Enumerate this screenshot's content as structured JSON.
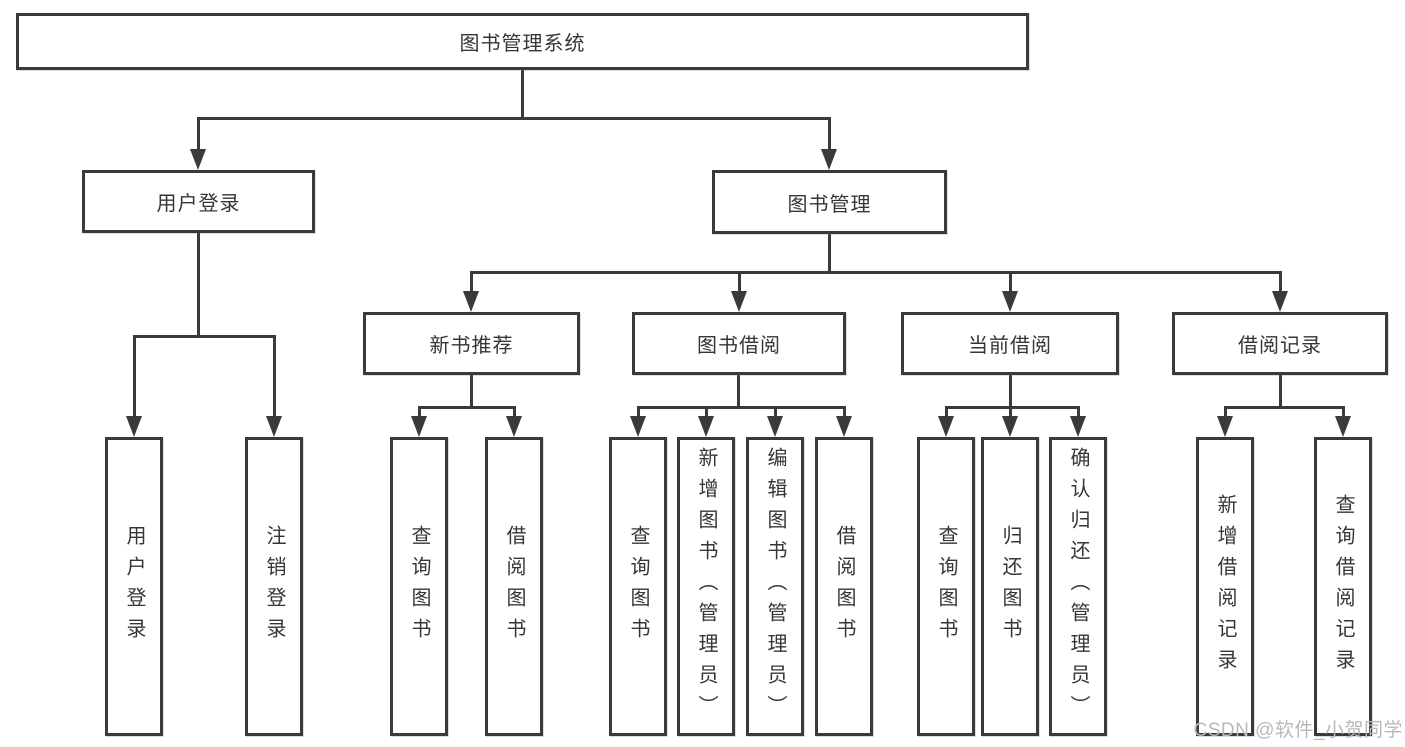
{
  "tree": {
    "root": {
      "label": "图书管理系统"
    },
    "level1": [
      {
        "label": "用户登录"
      },
      {
        "label": "图书管理"
      }
    ],
    "level2": [
      {
        "label": "新书推荐"
      },
      {
        "label": "图书借阅"
      },
      {
        "label": "当前借阅"
      },
      {
        "label": "借阅记录"
      }
    ],
    "leaves": {
      "user_login": [
        "用户登录",
        "注销登录"
      ],
      "new_book": [
        "查询图书",
        "借阅图书"
      ],
      "book_borrow": [
        "查询图书",
        "新增图书（管理员）",
        "编辑图书（管理员）",
        "借阅图书"
      ],
      "current_borrow": [
        "查询图书",
        "归还图书",
        "确认归还（管理员）"
      ],
      "borrow_record": [
        "新增借阅记录",
        "查询借阅记录"
      ]
    }
  },
  "watermark": "CSDN @软件_小贺同学",
  "colors": {
    "line": "#3a3a3c",
    "text": "#36363a",
    "watermark": "#b9b9bc",
    "background": "#ffffff"
  }
}
